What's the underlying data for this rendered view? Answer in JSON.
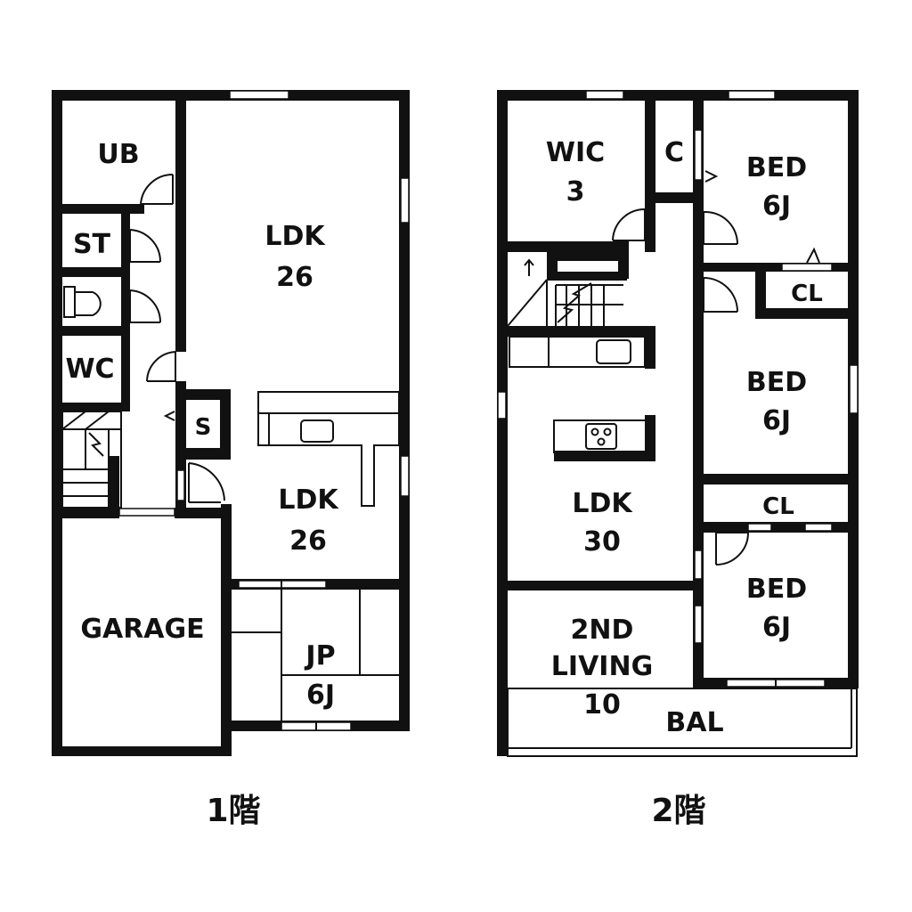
{
  "floor1": {
    "title": "1階",
    "rooms": {
      "ub": "UB",
      "st": "ST",
      "wc": "WC",
      "s": "S",
      "ldk_top_name": "LDK",
      "ldk_top_size": "26",
      "ldk_bottom_name": "LDK",
      "ldk_bottom_size": "26",
      "garage": "GARAGE",
      "jp_name": "JP",
      "jp_size": "6J"
    }
  },
  "floor2": {
    "title": "2階",
    "rooms": {
      "wic_name": "WIC",
      "wic_size": "3",
      "c": "C",
      "bed1_name": "BED",
      "bed1_size": "6J",
      "cl1": "CL",
      "bed2_name": "BED",
      "bed2_size": "6J",
      "cl2": "CL",
      "bed3_name": "BED",
      "bed3_size": "6J",
      "ldk_name": "LDK",
      "ldk_size": "30",
      "living_line1": "2ND",
      "living_line2": "LIVING",
      "living_size": "10",
      "bal": "BAL"
    }
  }
}
